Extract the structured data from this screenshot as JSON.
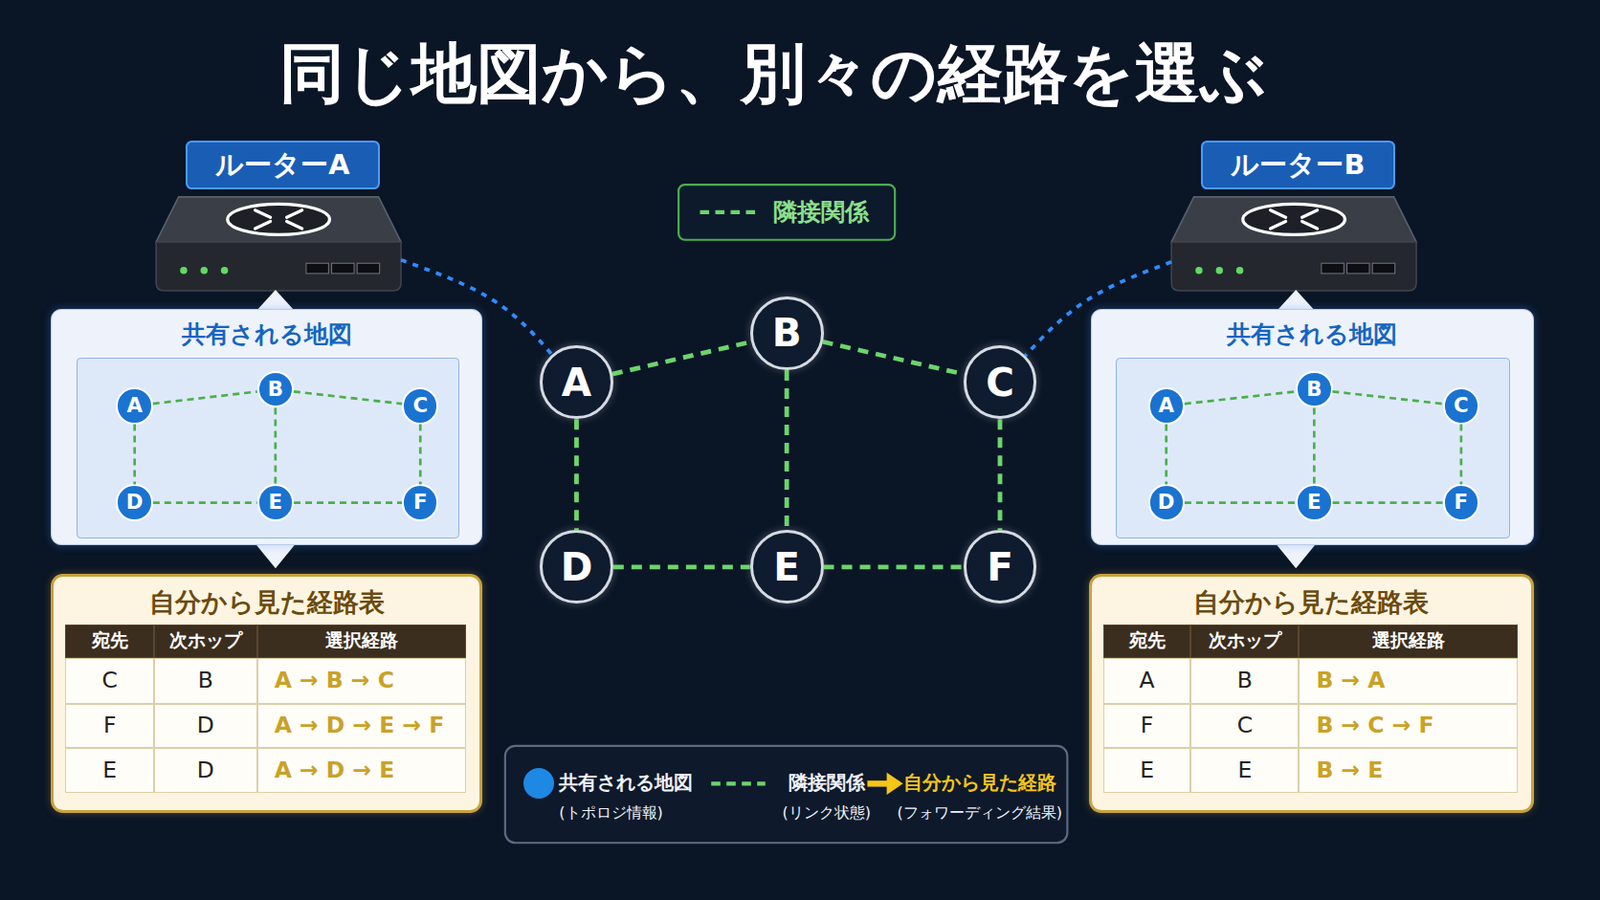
{
  "diagram": {
    "title": "同じ地図から、別々の経路を選ぶ",
    "nodes": [
      {
        "text": [
          "ルーターA"
        ]
      },
      {
        "text": [
          "ルーターB"
        ]
      },
      {
        "text": [
          "A"
        ]
      },
      {
        "text": [
          "B"
        ]
      },
      {
        "text": [
          "C"
        ]
      },
      {
        "text": [
          "D"
        ]
      },
      {
        "text": [
          "E"
        ]
      },
      {
        "text": [
          "F"
        ]
      },
      {
        "text": [
          "共有される地図"
        ]
      },
      {
        "text": [
          "A"
        ],
        "in": 8
      },
      {
        "text": [
          "B"
        ],
        "in": 8
      },
      {
        "text": [
          "C"
        ],
        "in": 8
      },
      {
        "text": [
          "D"
        ],
        "in": 8
      },
      {
        "text": [
          "E"
        ],
        "in": 8
      },
      {
        "text": [
          "F"
        ],
        "in": 8
      },
      {
        "text": [
          "共有される地図"
        ]
      },
      {
        "text": [
          "A"
        ],
        "in": 15
      },
      {
        "text": [
          "B"
        ],
        "in": 15
      },
      {
        "text": [
          "C"
        ],
        "in": 15
      },
      {
        "text": [
          "D"
        ],
        "in": 15
      },
      {
        "text": [
          "E"
        ],
        "in": 15
      },
      {
        "text": [
          "F"
        ],
        "in": 15
      },
      {
        "text": [
          "自分から見た経路表"
        ]
      },
      {
        "text": [
          "自分から見た経路表"
        ]
      }
    ],
    "edges": [
      {
        "from": 0,
        "to": 2,
        "arrow": "none"
      },
      {
        "from": 1,
        "to": 4,
        "arrow": "none"
      },
      {
        "from": 2,
        "to": 3,
        "arrow": "none"
      },
      {
        "from": 3,
        "to": 4,
        "arrow": "none"
      },
      {
        "from": 2,
        "to": 5,
        "arrow": "none"
      },
      {
        "from": 3,
        "to": 6,
        "arrow": "none"
      },
      {
        "from": 4,
        "to": 7,
        "arrow": "none"
      },
      {
        "from": 5,
        "to": 6,
        "arrow": "none"
      },
      {
        "from": 6,
        "to": 7,
        "arrow": "none"
      },
      {
        "from": 9,
        "to": 10,
        "arrow": "none"
      },
      {
        "from": 10,
        "to": 11,
        "arrow": "none"
      },
      {
        "from": 9,
        "to": 12,
        "arrow": "none"
      },
      {
        "from": 10,
        "to": 13,
        "arrow": "none"
      },
      {
        "from": 11,
        "to": 14,
        "arrow": "none"
      },
      {
        "from": 12,
        "to": 13,
        "arrow": "none"
      },
      {
        "from": 13,
        "to": 14,
        "arrow": "none"
      },
      {
        "from": 16,
        "to": 17,
        "arrow": "none"
      },
      {
        "from": 17,
        "to": 18,
        "arrow": "none"
      },
      {
        "from": 16,
        "to": 19,
        "arrow": "none"
      },
      {
        "from": 17,
        "to": 20,
        "arrow": "none"
      },
      {
        "from": 18,
        "to": 21,
        "arrow": "none"
      },
      {
        "from": 19,
        "to": 20,
        "arrow": "none"
      },
      {
        "from": 20,
        "to": 21,
        "arrow": "none"
      }
    ],
    "labels": [
      "宛先",
      "次ホップ",
      "選択経路",
      "C",
      "B",
      "A → B → C",
      "F",
      "D",
      "A → D → E → F",
      "E",
      "D",
      "A → D → E",
      "宛先",
      "次ホップ",
      "選択経路",
      "A",
      "B",
      "B → A",
      "F",
      "C",
      "B → C → F",
      "E",
      "E",
      "B → E"
    ],
    "legend": [
      {
        "text": "隣接関係"
      },
      {
        "text": "共有される地図 (トポロジ情報)",
        "color": "#1e88e5"
      },
      {
        "text": "隣接関係 (リンク状態)"
      },
      {
        "text": "自分から見た経路 (フォワーディング結果)"
      }
    ]
  }
}
